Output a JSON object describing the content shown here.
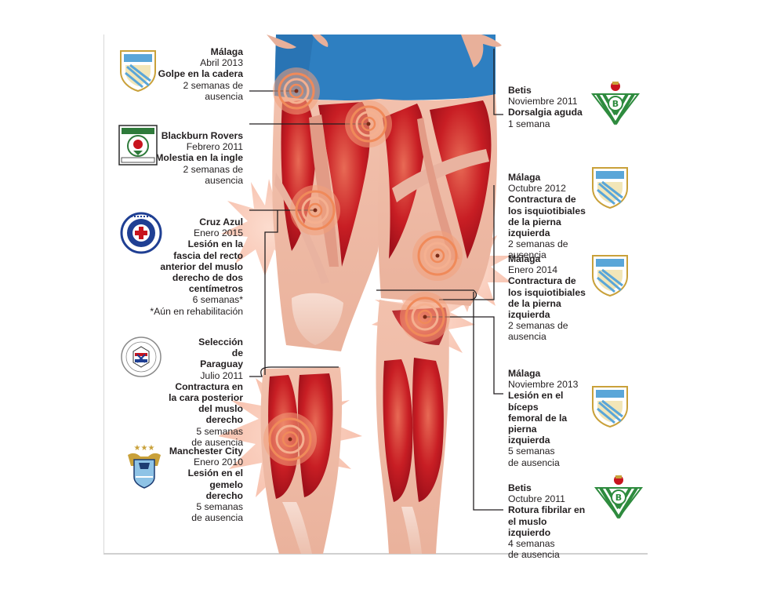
{
  "colors": {
    "muscle_dark": "#b5121b",
    "muscle_mid": "#d43a32",
    "muscle_light": "#e8a18c",
    "skin": "#f1c8b6",
    "shorts": "#2e7fc1",
    "target": "#f08a5a",
    "malaga_blue": "#5aa6d8",
    "betis_green": "#2e8b3e"
  },
  "left_entries": [
    {
      "team": "Málaga",
      "date": "Abril 2013",
      "injury": "Golpe en la cadera",
      "absence": "2 semanas de ausencia",
      "crest": "malaga-crest-icon"
    },
    {
      "team": "Blackburn Rovers",
      "date": "Febrero 2011",
      "injury": "Molestia en la ingle",
      "absence": "2 semanas de ausencia",
      "crest": "blackburn-crest-icon"
    },
    {
      "team": "Cruz Azul",
      "date": "Enero 2015",
      "injury": "Lesión en la fascia del recto anterior del muslo derecho de dos centímetros",
      "absence": "6 semanas*",
      "note": "*Aún en rehabilitación",
      "crest": "cruz-azul-crest-icon"
    },
    {
      "team": "Selección de Paraguay",
      "date": "Julio 2011",
      "injury": "Contractura en la cara posterior del muslo derecho",
      "absence": "5 semanas de ausencia",
      "crest": "paraguay-crest-icon"
    },
    {
      "team": "Manchester City",
      "date": "Enero 2010",
      "injury": "Lesión en el gemelo derecho",
      "absence": "5 semanas de ausencia",
      "crest": "manchester-city-crest-icon"
    }
  ],
  "right_entries": [
    {
      "team": "Betis",
      "date": "Noviembre 2011",
      "injury": "Dorsalgia aguda",
      "absence": "1 semana",
      "crest": "betis-crest-icon"
    },
    {
      "team": "Málaga",
      "date": "Octubre 2012",
      "injury": "Contractura de los isquiotibiales de la pierna izquierda",
      "absence": "2 semanas de ausencia",
      "crest": "malaga-crest-icon"
    },
    {
      "team": "Málaga",
      "date": "Enero 2014",
      "injury": "Contractura de los isquiotibiales de la pierna izquierda",
      "absence": "2 semanas de ausencia",
      "crest": "malaga-crest-icon"
    },
    {
      "team": "Málaga",
      "date": "Noviembre 2013",
      "injury": "Lesión en el bíceps femoral de la pierna izquierda",
      "absence": "5 semanas de ausencia",
      "crest": "malaga-crest-icon"
    },
    {
      "team": "Betis",
      "date": "Octubre 2011",
      "injury": "Rotura fibrilar en el muslo izquierdo",
      "absence": "4 semanas de ausencia",
      "crest": "betis-crest-icon"
    }
  ]
}
